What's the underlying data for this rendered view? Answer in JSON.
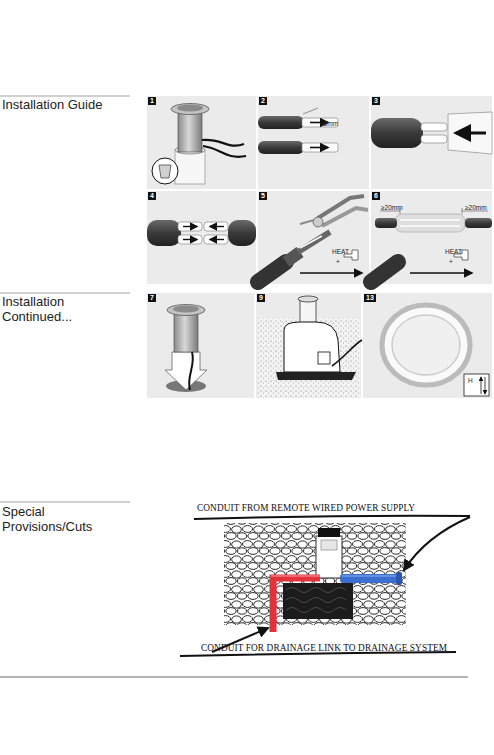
{
  "diagram": {
    "nodes": [
      {
        "text": [
          "1"
        ]
      },
      {
        "text": [
          "2",
          "≈8mm"
        ]
      },
      {
        "text": [
          "3"
        ]
      },
      {
        "text": [
          "4"
        ]
      },
      {
        "text": [
          "5",
          "HEAT",
          "+"
        ]
      },
      {
        "text": [
          "6",
          "≥20mm",
          "≥20mm",
          "HEAT",
          "+"
        ]
      },
      {
        "text": [
          "7"
        ]
      },
      {
        "text": [
          "9"
        ]
      },
      {
        "text": [
          "13",
          "H"
        ]
      }
    ],
    "labels": [
      "Installation Guide",
      "Installation Continued...",
      "Special Provisions/Cuts",
      "CONDUIT FROM REMOTE WIRED POWER SUPPLY",
      "CONDUIT FOR DRAINAGE LINK TO DRAINAGE SYSTEM"
    ]
  }
}
